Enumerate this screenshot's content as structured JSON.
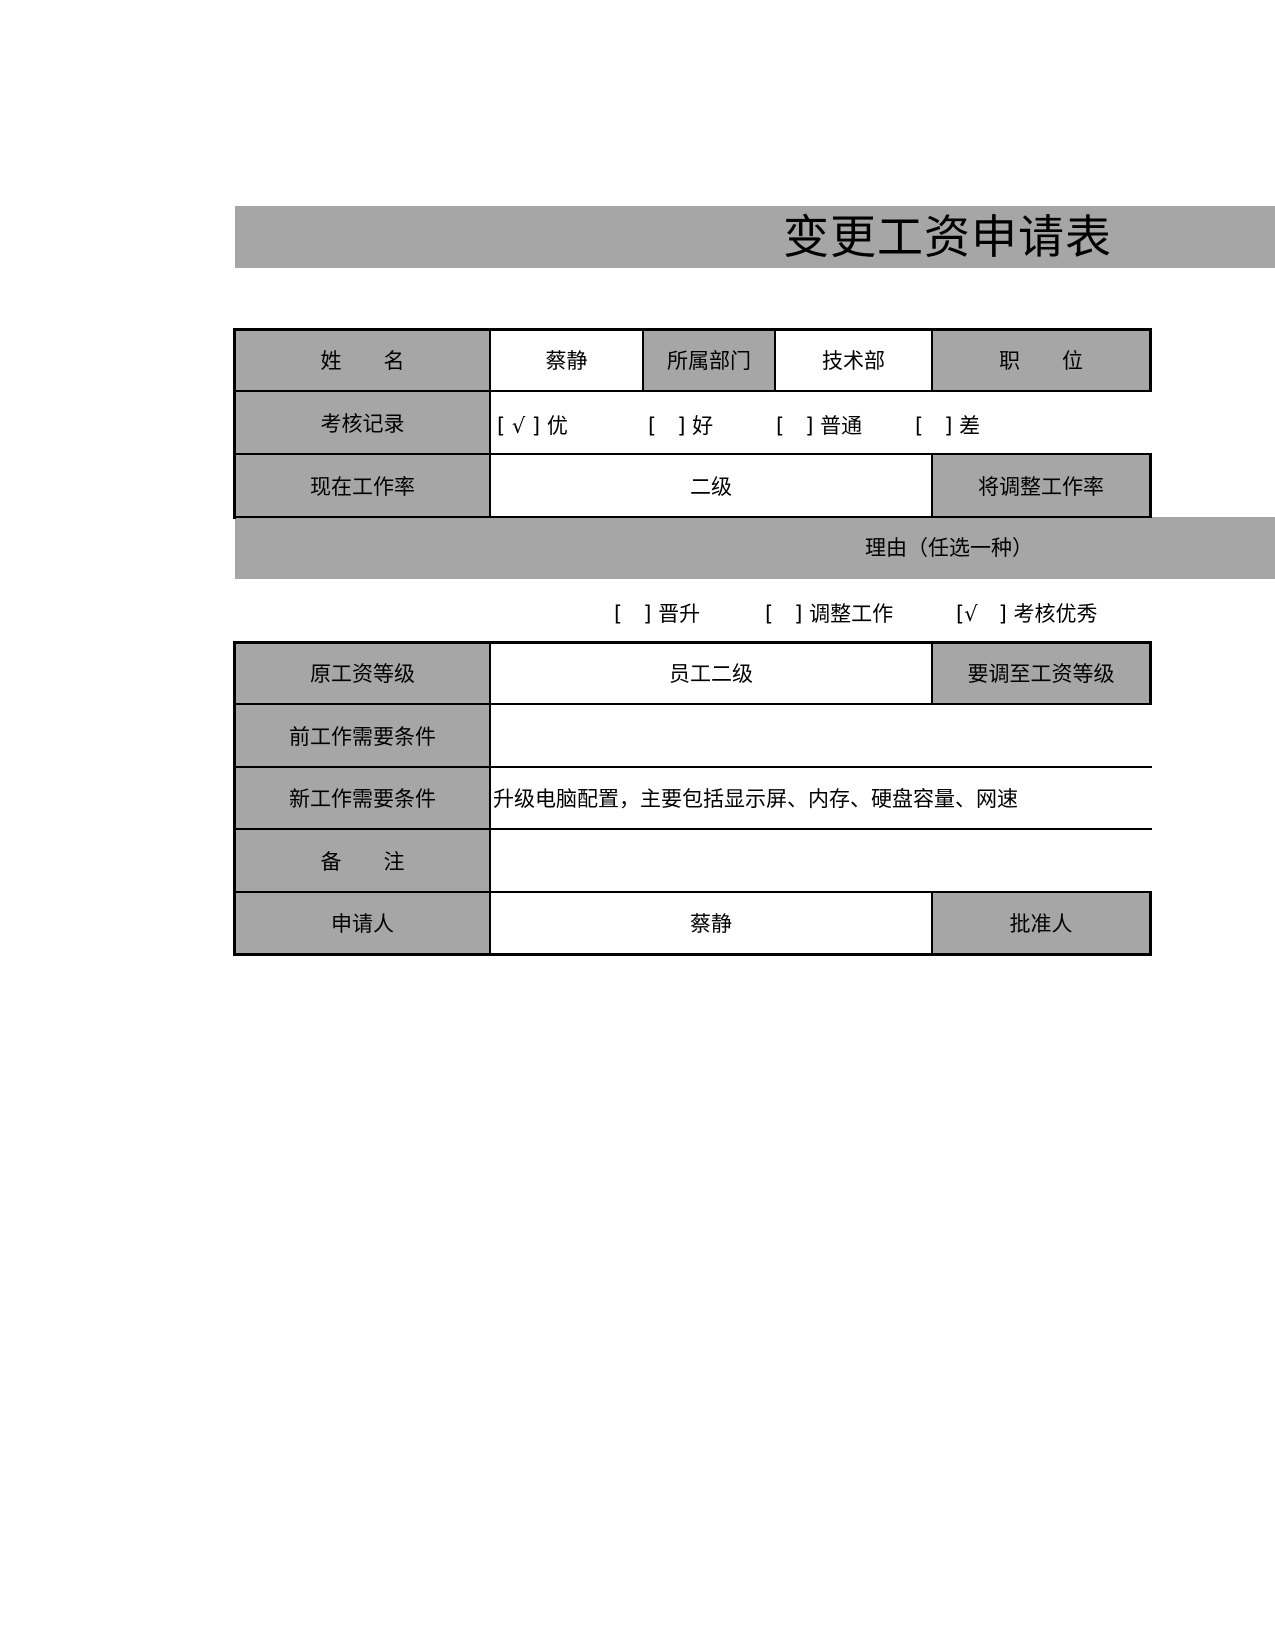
{
  "form": {
    "title": "变更工资申请表",
    "name_label": "姓　　名",
    "name_value": "蔡静",
    "dept_label": "所属部门",
    "dept_value": "技术部",
    "position_label": "职　　位",
    "position_value": "",
    "assessment_label": "考核记录",
    "assessment_options": [
      {
        "mark": "[ √ ]",
        "label": "优"
      },
      {
        "mark": "[　]",
        "label": "好"
      },
      {
        "mark": "[　]",
        "label": "普通"
      },
      {
        "mark": "[　]",
        "label": "差"
      }
    ],
    "current_rate_label": "现在工作率",
    "current_rate_value": "二级",
    "new_rate_label": "将调整工作率",
    "reason_header": "理由（任选一种）",
    "reason_options": [
      {
        "mark": "[　]",
        "label": "晋升"
      },
      {
        "mark": "[　]",
        "label": "调整工作"
      },
      {
        "mark": "[√　]",
        "label": "考核优秀"
      }
    ],
    "orig_grade_label": "原工资等级",
    "orig_grade_value": "员工二级",
    "target_grade_label": "要调至工资等级",
    "prev_req_label": "前工作需要条件",
    "prev_req_value": "",
    "new_req_label": "新工作需要条件",
    "new_req_value": "升级电脑配置，主要包括显示屏、内存、硬盘容量、网速",
    "remark_label": "备　　注",
    "remark_value": "",
    "applicant_label": "申请人",
    "applicant_value": "蔡静",
    "approver_label": "批准人"
  }
}
